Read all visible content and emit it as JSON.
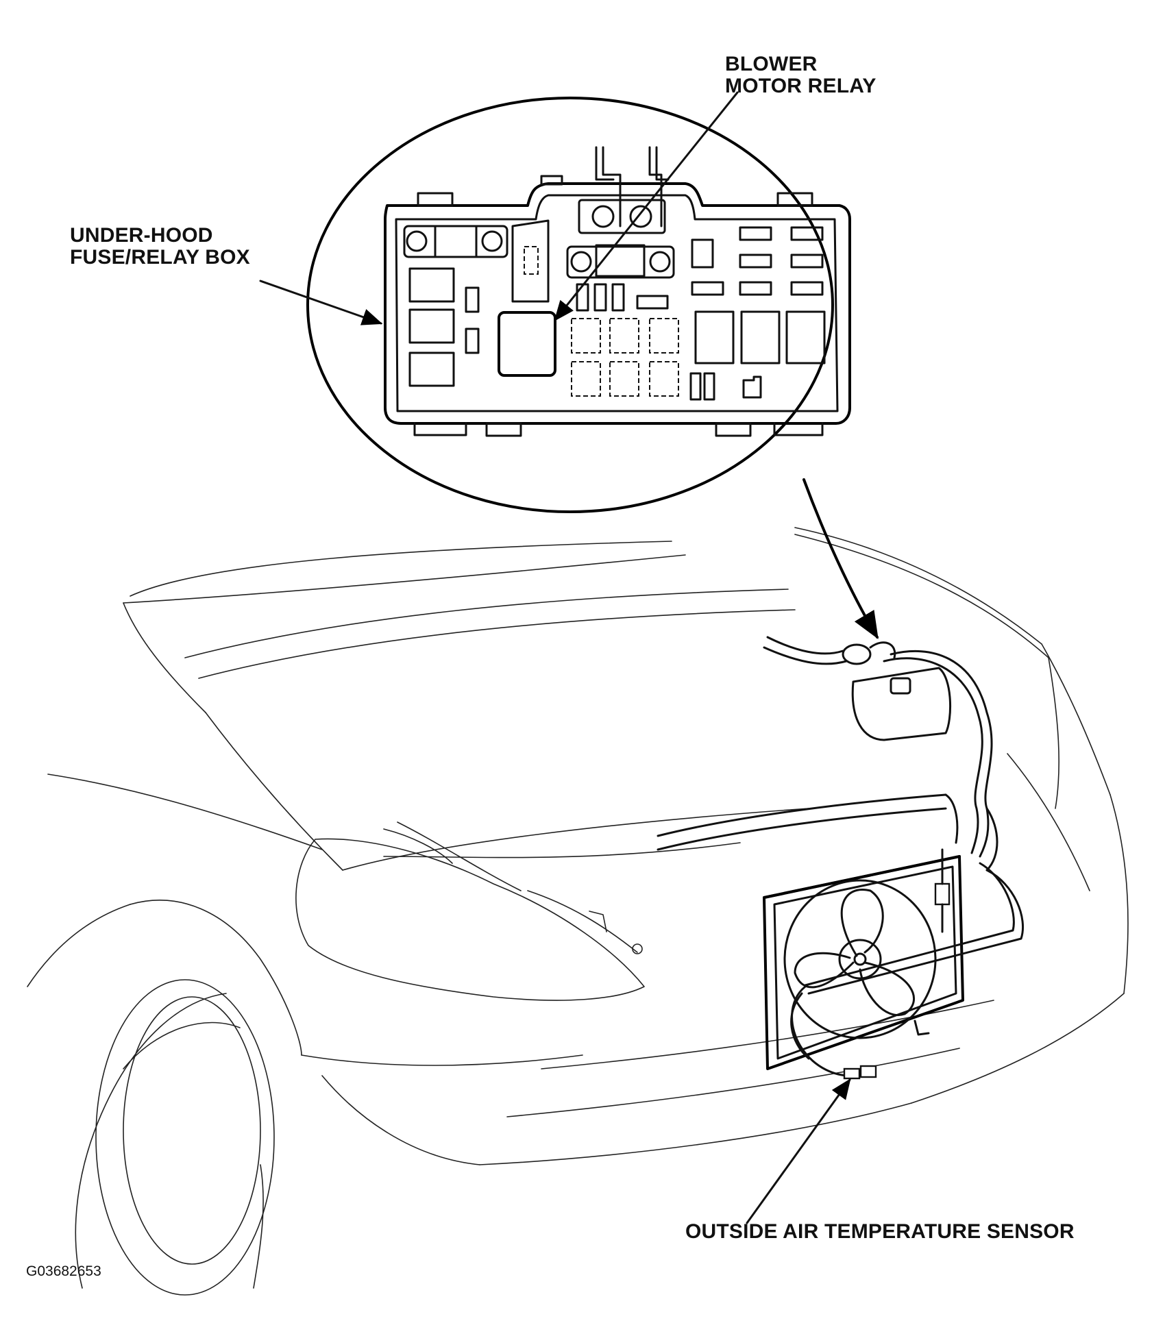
{
  "labels": {
    "blower_motor_relay": [
      "BLOWER",
      "MOTOR RELAY"
    ],
    "fuse_relay_box": [
      "UNDER-HOOD",
      "FUSE/RELAY BOX"
    ],
    "outside_air_temperature_sensor": "OUTSIDE AIR TEMPERATURE SENSOR"
  },
  "figure_code": "G03682653"
}
